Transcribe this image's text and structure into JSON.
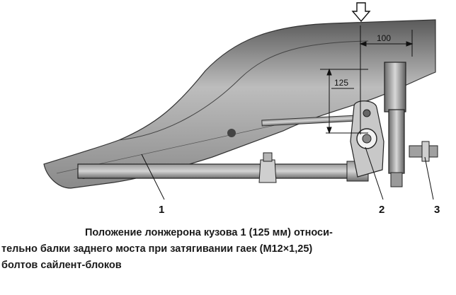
{
  "figure": {
    "dimension_100": "100",
    "dimension_125": "125",
    "callouts": [
      "1",
      "2",
      "3"
    ]
  },
  "caption": {
    "line1": "Положение лонжерона кузова 1 (125 мм) относи-",
    "line2": "тельно балки заднего моста при затягивании гаек (M12×1,25)",
    "line3": "болтов сайлент-блоков"
  }
}
